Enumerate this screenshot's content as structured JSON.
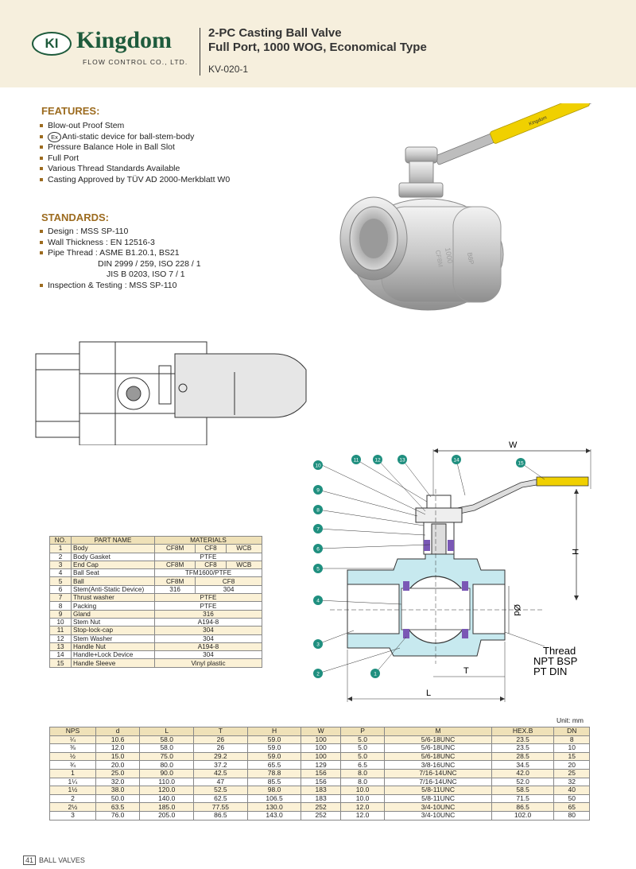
{
  "header": {
    "logo_mark": "KI",
    "logo_name": "Kingdom",
    "logo_subtitle": "FLOW CONTROL CO., LTD.",
    "title_line1": "2-PC Casting Ball Valve",
    "title_line2": "Full Port, 1000 WOG, Economical Type",
    "model": "KV-020-1"
  },
  "features": {
    "title": "FEATURES:",
    "items": [
      "Blow-out Proof Stem",
      "Anti-static device for ball-stem-body",
      "Pressure Balance Hole in Ball Slot",
      "Full Port",
      "Various Thread Standards Available",
      "Casting Approved by TÜV AD 2000-Merkblatt W0"
    ],
    "ex_symbol": "Ex"
  },
  "standards": {
    "title": "STANDARDS:",
    "design": "Design : MSS SP-110",
    "wall": "Wall Thickness : EN 12516-3",
    "pipe1": "Pipe Thread : ASME B1.20.1, BS21",
    "pipe2": "DIN 2999 / 259, ISO 228 / 1",
    "pipe3": "JIS B 0203, ISO 7 / 1",
    "inspection": "Inspection & Testing : MSS SP-110"
  },
  "drawing": {
    "callouts": [
      "1",
      "2",
      "3",
      "4",
      "5",
      "6",
      "7",
      "8",
      "9",
      "10",
      "11",
      "12",
      "13",
      "14",
      "15"
    ],
    "dim_W": "W",
    "dim_H": "H",
    "dim_d": "Ød",
    "dim_T": "T",
    "dim_L": "L",
    "thread_title": "Thread",
    "thread_line1": "NPT BSP",
    "thread_line2": "PT  DIN",
    "body_marks": [
      "B8P",
      "1000",
      "CF8M"
    ],
    "handle_text": "Kingdom"
  },
  "parts_table": {
    "headers": [
      "NO.",
      "PART NAME",
      "MATERIALS"
    ],
    "rows": [
      {
        "no": "1",
        "name": "Body",
        "m": [
          "CF8M",
          "CF8",
          "WCB"
        ]
      },
      {
        "no": "2",
        "name": "Body Gasket",
        "m": [
          "PTFE"
        ]
      },
      {
        "no": "3",
        "name": "End Cap",
        "m": [
          "CF8M",
          "CF8",
          "WCB"
        ]
      },
      {
        "no": "4",
        "name": "Ball Seat",
        "m": [
          "TFM1600/PTFE"
        ]
      },
      {
        "no": "5",
        "name": "Ball",
        "m": [
          "CF8M",
          "CF8"
        ]
      },
      {
        "no": "6",
        "name": "Stem(Anti-Static Device)",
        "m": [
          "316",
          "304"
        ]
      },
      {
        "no": "7",
        "name": "Thrust washer",
        "m": [
          "PTFE"
        ]
      },
      {
        "no": "8",
        "name": "Packing",
        "m": [
          "PTFE"
        ]
      },
      {
        "no": "9",
        "name": "Gland",
        "m": [
          "316"
        ]
      },
      {
        "no": "10",
        "name": "Stem Nut",
        "m": [
          "A194-8"
        ]
      },
      {
        "no": "11",
        "name": "Stop-lock-cap",
        "m": [
          "304"
        ]
      },
      {
        "no": "12",
        "name": "Stem Washer",
        "m": [
          "304"
        ]
      },
      {
        "no": "13",
        "name": "Handle Nut",
        "m": [
          "A194-8"
        ]
      },
      {
        "no": "14",
        "name": "Handle+Lock Device",
        "m": [
          "304"
        ]
      },
      {
        "no": "15",
        "name": "Handle Sleeve",
        "m": [
          "Vinyl plastic"
        ]
      }
    ]
  },
  "dims_table": {
    "unit": "Unit: mm",
    "headers": [
      "NPS",
      "d",
      "L",
      "T",
      "H",
      "W",
      "P",
      "M",
      "HEX.B",
      "DN"
    ],
    "rows": [
      [
        "¼",
        "10.6",
        "58.0",
        "26",
        "59.0",
        "100",
        "5.0",
        "5/6-18UNC",
        "23.5",
        "8"
      ],
      [
        "⅜",
        "12.0",
        "58.0",
        "26",
        "59.0",
        "100",
        "5.0",
        "5/6-18UNC",
        "23.5",
        "10"
      ],
      [
        "½",
        "15.0",
        "75.0",
        "29.2",
        "59.0",
        "100",
        "5.0",
        "5/6-18UNC",
        "28.5",
        "15"
      ],
      [
        "¾",
        "20.0",
        "80.0",
        "37.2",
        "65.5",
        "129",
        "6.5",
        "3/8-16UNC",
        "34.5",
        "20"
      ],
      [
        "1",
        "25.0",
        "90.0",
        "42.5",
        "78.8",
        "156",
        "8.0",
        "7/16-14UNC",
        "42.0",
        "25"
      ],
      [
        "1¼",
        "32.0",
        "110.0",
        "47",
        "85.5",
        "156",
        "8.0",
        "7/16-14UNC",
        "52.0",
        "32"
      ],
      [
        "1½",
        "38.0",
        "120.0",
        "52.5",
        "98.0",
        "183",
        "10.0",
        "5/8-11UNC",
        "58.5",
        "40"
      ],
      [
        "2",
        "50.0",
        "140.0",
        "62.5",
        "106.5",
        "183",
        "10.0",
        "5/8-11UNC",
        "71.5",
        "50"
      ],
      [
        "2½",
        "63.5",
        "185.0",
        "77.55",
        "130.0",
        "252",
        "12.0",
        "3/4-10UNC",
        "86.5",
        "65"
      ],
      [
        "3",
        "76.0",
        "205.0",
        "86.5",
        "143.0",
        "252",
        "12.0",
        "3/4-10UNC",
        "102.0",
        "80"
      ]
    ]
  },
  "footer": {
    "page": "41",
    "section": "BALL VALVES"
  },
  "colors": {
    "header_bg": "#f6efdd",
    "brand_green": "#1e5b3c",
    "accent_brown": "#9c6b1f",
    "callout_teal": "#1f8f7f",
    "handle_yellow": "#f0d000"
  }
}
